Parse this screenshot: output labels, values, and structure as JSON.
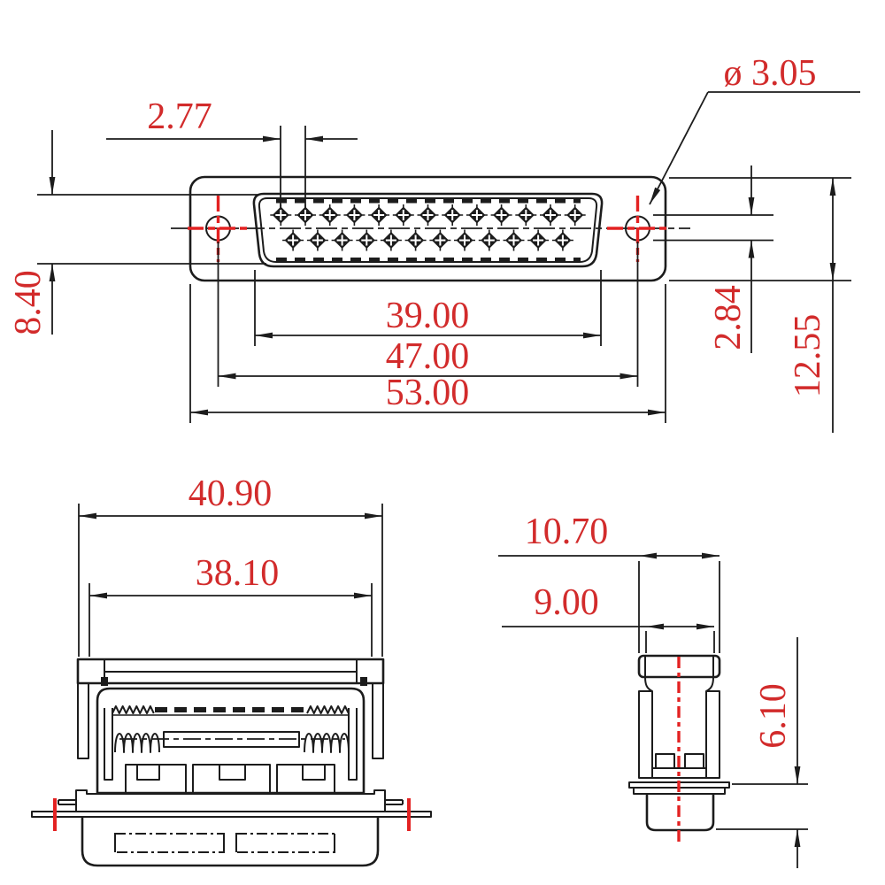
{
  "colors": {
    "background": "#ffffff",
    "line": "#1c1c1c",
    "dimension_text": "#d22b2b",
    "centerline_accent": "#e32222"
  },
  "views": {
    "front": {
      "name": "connector-face-view",
      "pins": {
        "top_row": 13,
        "bottom_row": 12,
        "total": 25
      },
      "dimensions": {
        "pin_pitch": {
          "label": "2.77"
        },
        "hole_diameter": {
          "label": "ø 3.05"
        },
        "shell_height": {
          "label": "8.40"
        },
        "row_spacing": {
          "label": "2.84"
        },
        "flange_height": {
          "label": "12.55"
        },
        "shell_width": {
          "label": "39.00"
        },
        "hole_spacing": {
          "label": "47.00"
        },
        "flange_width": {
          "label": "53.00"
        }
      }
    },
    "side": {
      "name": "side-elevation-view",
      "dimensions": {
        "cap_width": {
          "label": "40.90"
        },
        "insert_width": {
          "label": "38.10"
        }
      }
    },
    "end": {
      "name": "end-profile-view",
      "dimensions": {
        "top_width": {
          "label": "10.70"
        },
        "neck_width": {
          "label": "9.00"
        },
        "mount_height": {
          "label": "6.10"
        }
      }
    }
  }
}
